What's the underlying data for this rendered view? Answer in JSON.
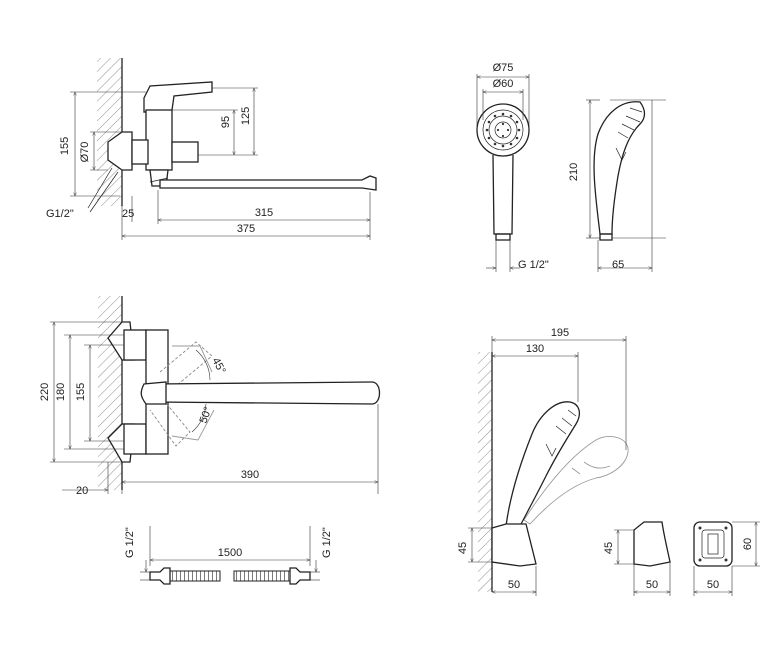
{
  "dimensions": {
    "top_faucet": {
      "h155": "155",
      "d70": "Ø70",
      "h95": "95",
      "h125": "125",
      "thread": "G1/2\"",
      "w25": "25",
      "w315": "315",
      "w375": "375"
    },
    "hand_shower": {
      "d75": "Ø75",
      "d60": "Ø60",
      "h210": "210",
      "thread": "G 1/2\"",
      "w65": "65"
    },
    "top_view": {
      "h220": "220",
      "h180": "180",
      "h155": "155",
      "a45": "45°",
      "a50": "50°",
      "w20": "20",
      "w390": "390"
    },
    "hose": {
      "thread_left": "G 1/2\"",
      "thread_right": "G 1/2\"",
      "length": "1500"
    },
    "holder": {
      "w195": "195",
      "w130": "130",
      "h45": "45",
      "w50": "50"
    },
    "bracket": {
      "h45": "45",
      "w50a": "50",
      "h60": "60",
      "w50b": "50"
    }
  }
}
